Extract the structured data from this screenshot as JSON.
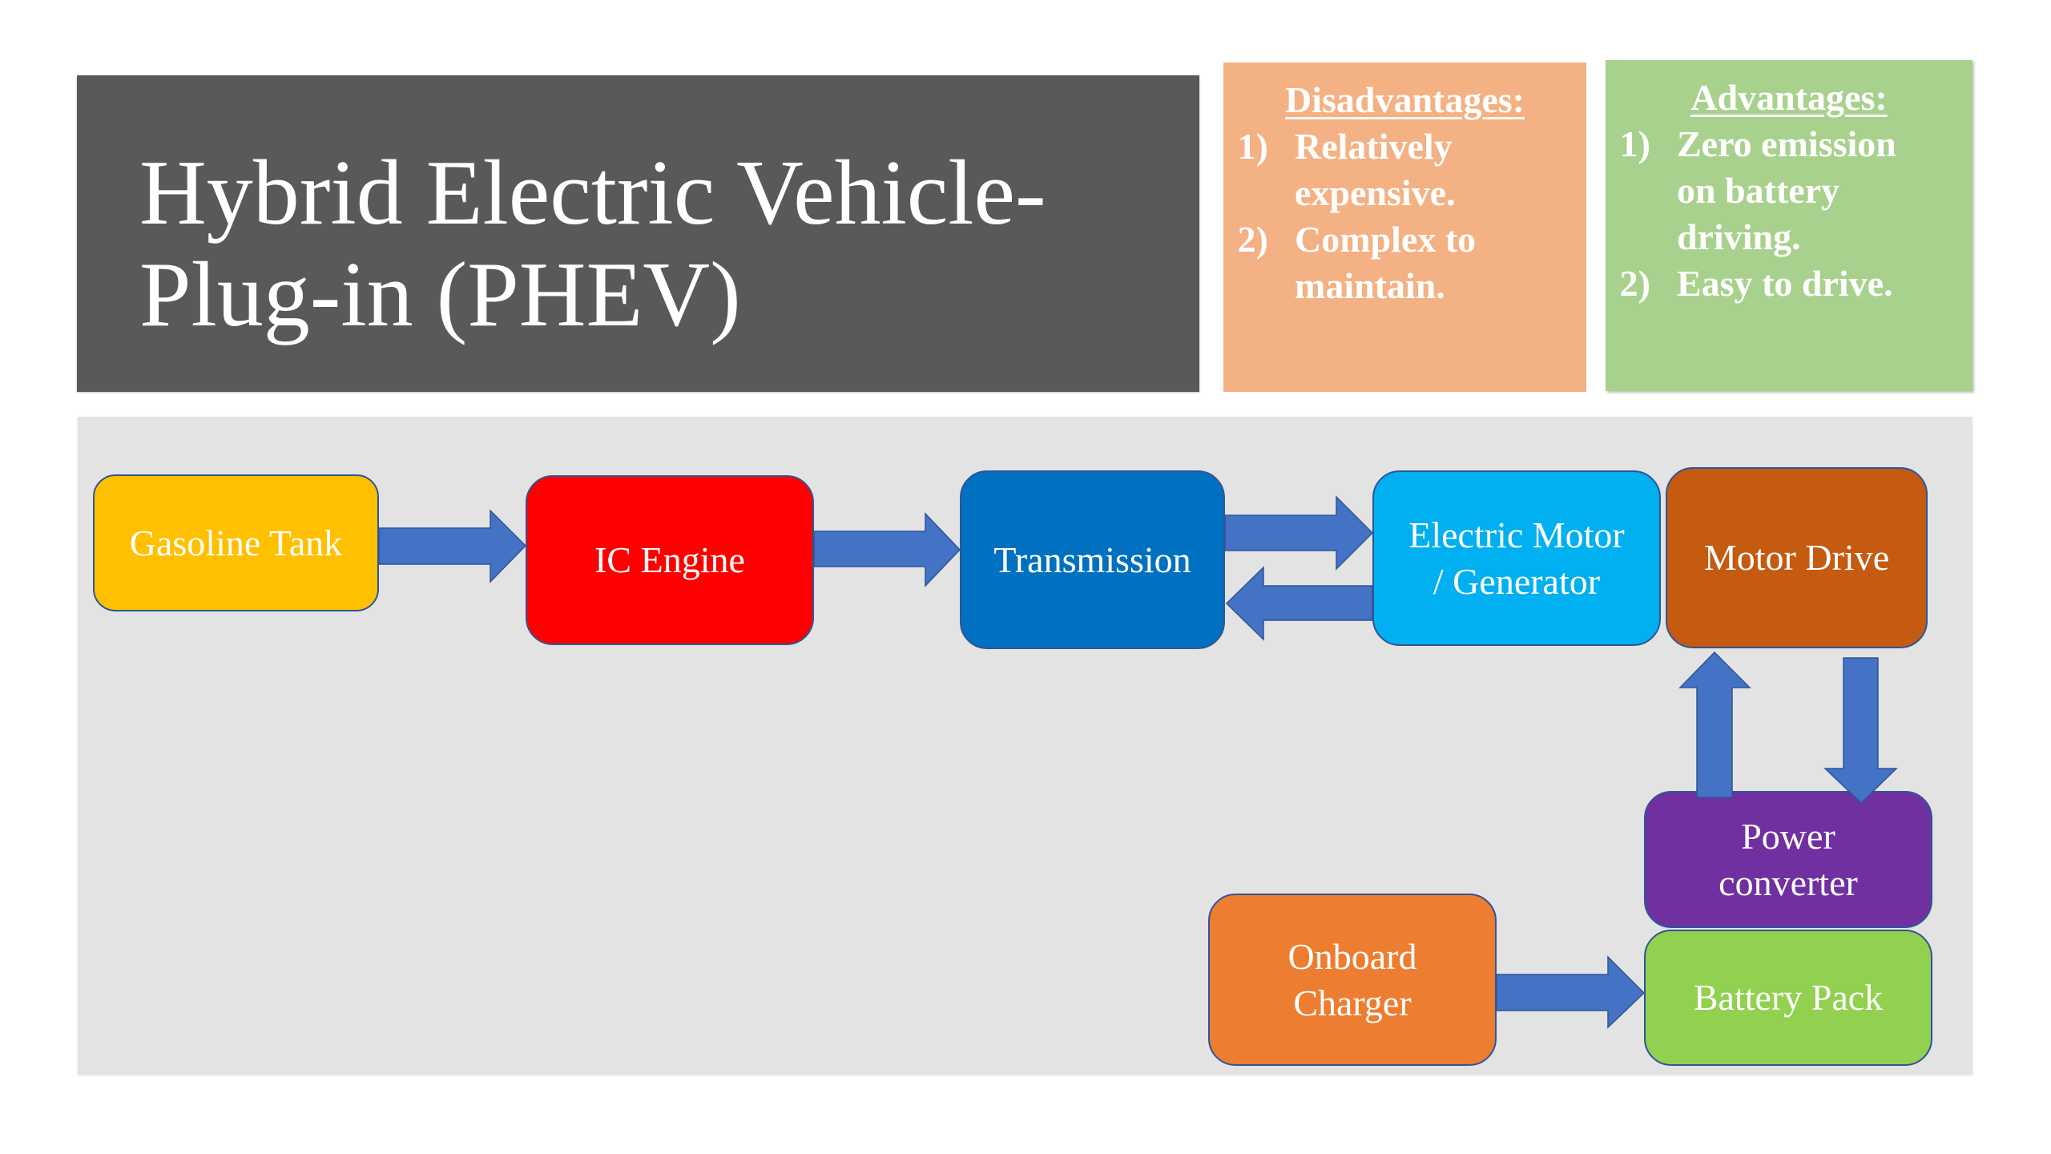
{
  "slide": {
    "title_lines": [
      "Hybrid Electric Vehicle-",
      "Plug-in (PHEV)"
    ]
  },
  "disadvantages": {
    "heading": "Disadvantages:",
    "items": [
      {
        "num": "1)",
        "text": "Relatively\nexpensive."
      },
      {
        "num": "2)",
        "text": "Complex to\nmaintain."
      }
    ]
  },
  "advantages": {
    "heading": "Advantages:",
    "items": [
      {
        "num": "1)",
        "text": "Zero emission\non battery\ndriving."
      },
      {
        "num": "2)",
        "text": "Easy to drive."
      }
    ]
  },
  "diagram": {
    "nodes": {
      "gasoline_tank": {
        "label": "Gasoline Tank",
        "color": "#ffc000"
      },
      "ic_engine": {
        "label": "IC Engine",
        "color": "#ff0000"
      },
      "transmission": {
        "label": "Transmission",
        "color": "#0070c0"
      },
      "electric_motor": {
        "label": "Electric Motor\n/ Generator",
        "color": "#00b0f0"
      },
      "motor_drive": {
        "label": "Motor Drive",
        "color": "#c55a11"
      },
      "power_converter": {
        "label": "Power\nconverter",
        "color": "#7030a0"
      },
      "battery_pack": {
        "label": "Battery Pack",
        "color": "#92d050"
      },
      "onboard_charger": {
        "label": "Onboard\nCharger",
        "color": "#ed7d31"
      }
    },
    "edges": [
      {
        "from": "Gasoline Tank",
        "to": "IC Engine"
      },
      {
        "from": "IC Engine",
        "to": "Transmission"
      },
      {
        "from": "Transmission",
        "to": "Electric Motor / Generator"
      },
      {
        "from": "Electric Motor / Generator",
        "to": "Transmission"
      },
      {
        "from": "Power converter",
        "to": "Motor Drive"
      },
      {
        "from": "Motor Drive",
        "to": "Power converter"
      },
      {
        "from": "Onboard Charger",
        "to": "Battery Pack"
      }
    ],
    "arrow_color": "#4472c4"
  },
  "colors": {
    "title_bg": "#595959",
    "disadvantages_bg": "#f4b183",
    "advantages_bg": "#a9d18e",
    "panel_bg": "#e3e3e3"
  }
}
